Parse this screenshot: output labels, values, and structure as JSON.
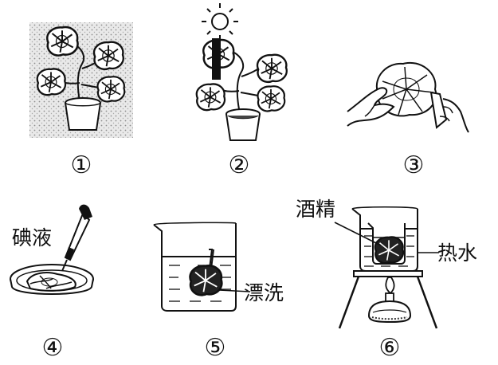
{
  "steps": [
    {
      "number": "①"
    },
    {
      "number": "②"
    },
    {
      "number": "③"
    },
    {
      "number": "④",
      "label": "碘液"
    },
    {
      "number": "⑤",
      "label": "漂洗"
    },
    {
      "number": "⑥",
      "labels": {
        "top": "酒精",
        "right": "热水"
      }
    }
  ]
}
